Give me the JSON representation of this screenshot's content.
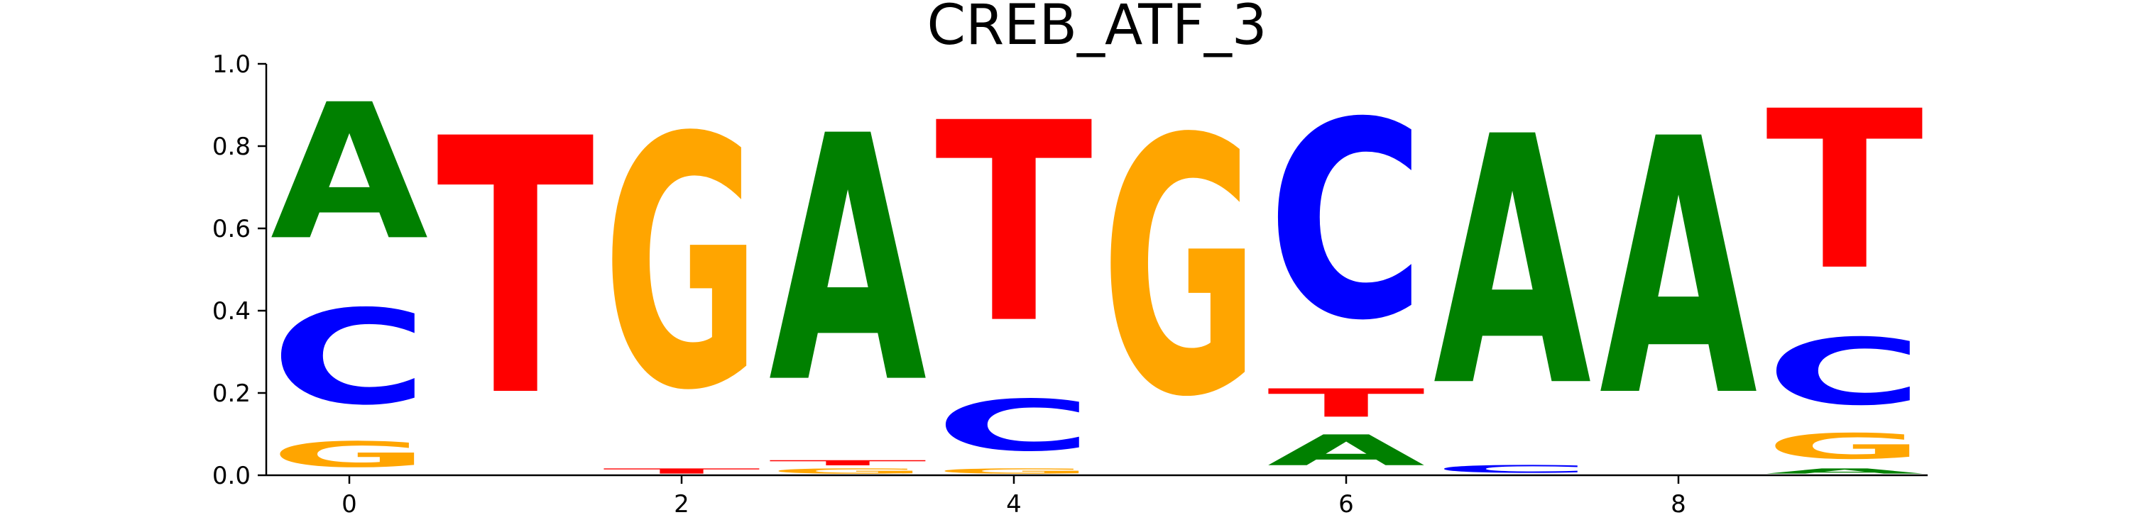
{
  "chart_data": {
    "type": "sequence-logo",
    "title": "CREB_ATF_3",
    "xlim": [
      -0.5,
      9.5
    ],
    "ylim": [
      0,
      1
    ],
    "x_ticks": [
      0,
      2,
      4,
      6,
      8
    ],
    "y_ticks": [
      0.0,
      0.2,
      0.4,
      0.6,
      0.8,
      1.0
    ],
    "x_tick_labels": [
      "0",
      "2",
      "4",
      "6",
      "8"
    ],
    "y_tick_labels": [
      "0.0",
      "0.2",
      "0.4",
      "0.6",
      "0.8",
      "1.0"
    ],
    "colors": {
      "A": "#008000",
      "C": "#0000ff",
      "G": "#ffa500",
      "T": "#ff0000"
    },
    "positions": [
      {
        "x": 0,
        "letters": [
          {
            "base": "G",
            "height": 0.1
          },
          {
            "base": "C",
            "height": 0.37
          },
          {
            "base": "A",
            "height": 0.53
          }
        ]
      },
      {
        "x": 1,
        "letters": [
          {
            "base": "T",
            "height": 1.0
          }
        ]
      },
      {
        "x": 2,
        "letters": [
          {
            "base": "T",
            "height": 0.02
          },
          {
            "base": "G",
            "height": 0.98
          }
        ]
      },
      {
        "x": 3,
        "letters": [
          {
            "base": "G",
            "height": 0.02
          },
          {
            "base": "T",
            "height": 0.02
          },
          {
            "base": "A",
            "height": 0.96
          }
        ]
      },
      {
        "x": 4,
        "letters": [
          {
            "base": "G",
            "height": 0.02
          },
          {
            "base": "C",
            "height": 0.2
          },
          {
            "base": "T",
            "height": 0.78
          }
        ]
      },
      {
        "x": 5,
        "letters": [
          {
            "base": "G",
            "height": 1.0
          }
        ]
      },
      {
        "x": 6,
        "letters": [
          {
            "base": "A",
            "height": 0.12
          },
          {
            "base": "T",
            "height": 0.11
          },
          {
            "base": "C",
            "height": 0.77
          }
        ]
      },
      {
        "x": 7,
        "letters": [
          {
            "base": "C",
            "height": 0.03
          },
          {
            "base": "A",
            "height": 0.97
          }
        ]
      },
      {
        "x": 8,
        "letters": [
          {
            "base": "A",
            "height": 1.0
          }
        ]
      },
      {
        "x": 9,
        "letters": [
          {
            "base": "A",
            "height": 0.02
          },
          {
            "base": "G",
            "height": 0.1
          },
          {
            "base": "C",
            "height": 0.26
          },
          {
            "base": "T",
            "height": 0.62
          }
        ]
      }
    ]
  }
}
